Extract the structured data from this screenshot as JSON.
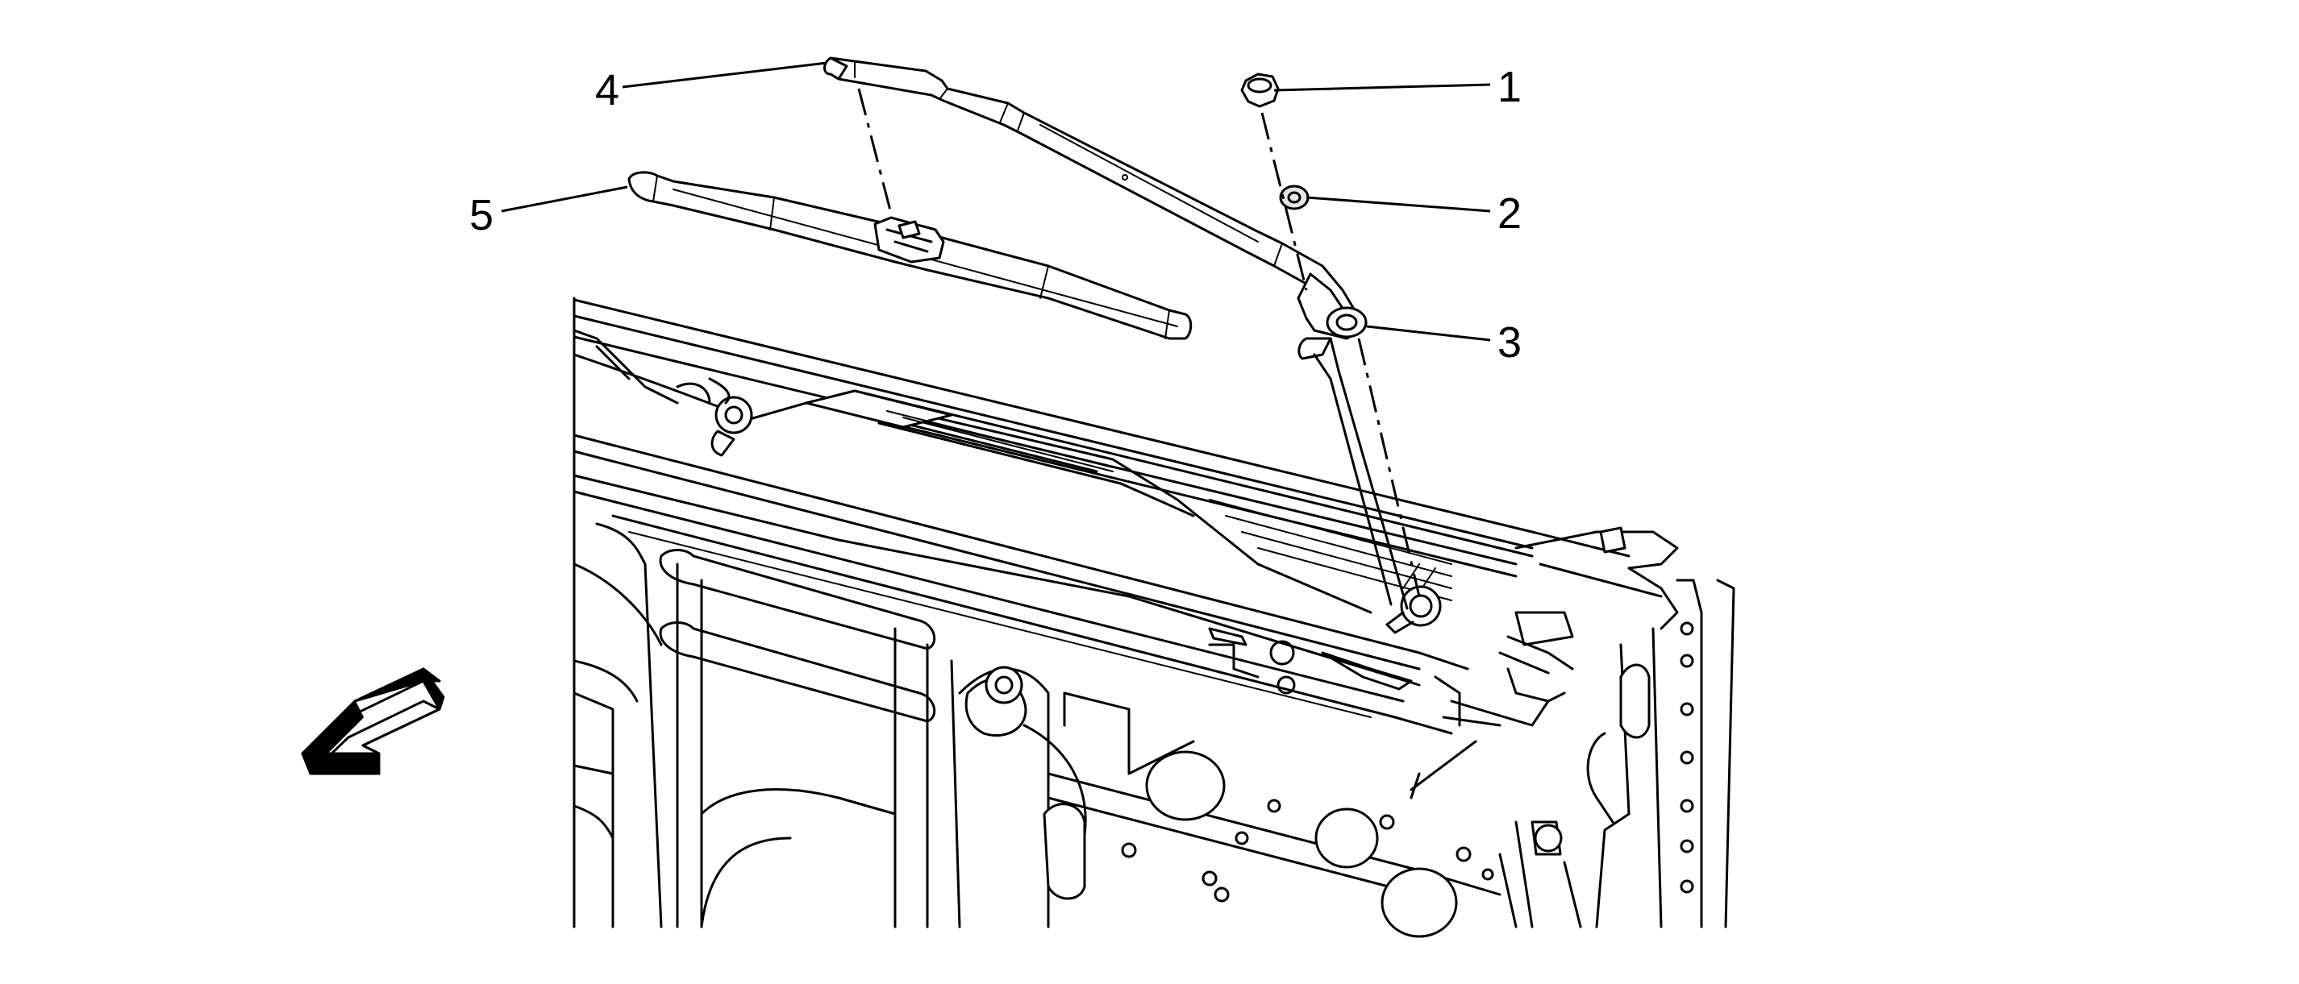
{
  "callouts": [
    {
      "id": "1",
      "label": "1"
    },
    {
      "id": "2",
      "label": "2"
    },
    {
      "id": "3",
      "label": "3"
    },
    {
      "id": "4",
      "label": "4"
    },
    {
      "id": "5",
      "label": "5"
    }
  ],
  "icons": {
    "direction_arrow": "front-direction-arrow-icon"
  },
  "colors": {
    "line": "#000000",
    "background": "#ffffff",
    "shade": "#e6e6e6"
  }
}
